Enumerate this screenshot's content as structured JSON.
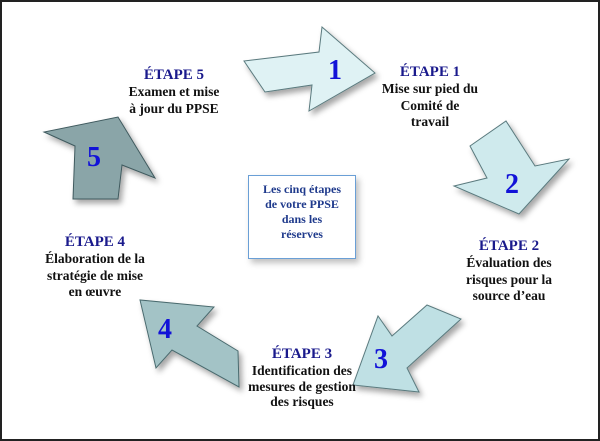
{
  "center_box": "Les cinq étapes\nde votre PPSE\ndans les\nréserves",
  "steps": [
    {
      "number": "1",
      "title": "ÉTAPE 1",
      "text": "Mise sur pied du\nComité de\ntravail"
    },
    {
      "number": "2",
      "title": "ÉTAPE 2",
      "text": "Évaluation des\nrisques pour la\nsource d’eau"
    },
    {
      "number": "3",
      "title": "ÉTAPE 3",
      "text": "Identification des\nmesures de gestion\ndes risques"
    },
    {
      "number": "4",
      "title": "ÉTAPE 4",
      "text": "Élaboration de la\nstratégie de mise\nen œuvre"
    },
    {
      "number": "5",
      "title": "ÉTAPE 5",
      "text": "Examen et mise\nà jour du PPSE"
    }
  ],
  "colors": {
    "arrow_light": "#dff2f4",
    "arrow_mid": "#bfe0e4",
    "arrow_dark": "#9fbfc2",
    "arrow_darkest": "#8aa5a8",
    "title": "#1a1a8c",
    "number": "#1212d8"
  }
}
